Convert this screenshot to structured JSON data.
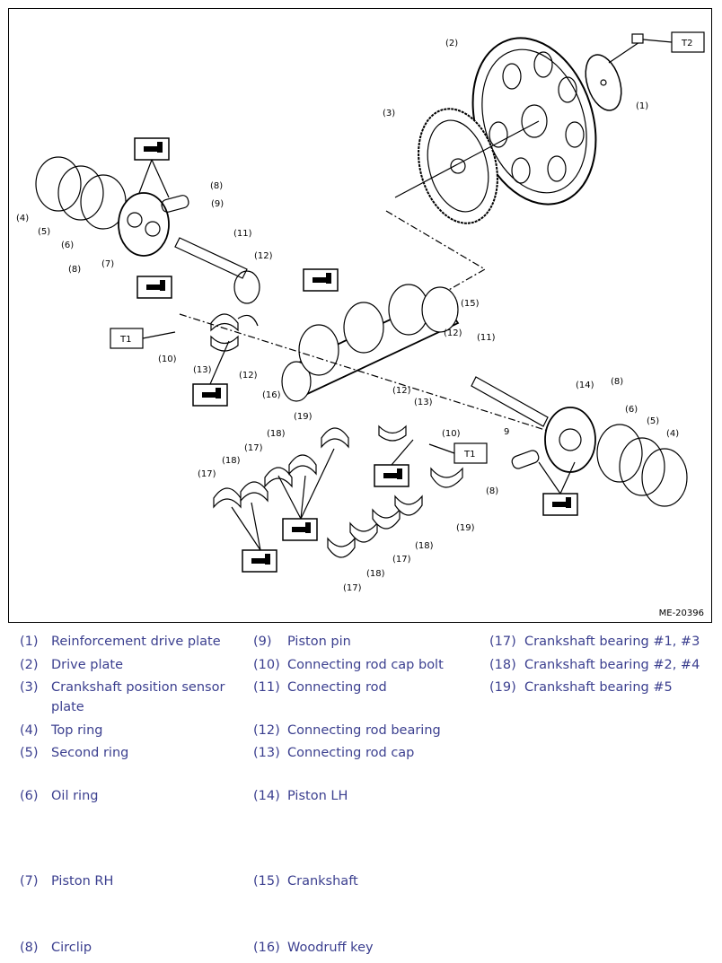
{
  "diagram": {
    "ref_code": "ME-20396",
    "torque_labels": {
      "t1": "T1",
      "t2": "T2"
    },
    "callouts": {
      "c1": "(1)",
      "c2": "(2)",
      "c3": "(3)",
      "c4a": "(4)",
      "c5a": "(5)",
      "c6a": "(6)",
      "c7": "(7)",
      "c8a": "(8)",
      "c8b": "(8)",
      "c9a": "(9)",
      "c10a": "(10)",
      "c11a": "(11)",
      "c12a": "(12)",
      "c13a": "(13)",
      "c12b": "(12)",
      "c16": "(16)",
      "c15": "(15)",
      "c12c": "(12)",
      "c11b": "(11)",
      "c12d": "(12)",
      "c13b": "(13)",
      "c10b": "(10)",
      "c14": "(14)",
      "c8c": "(8)",
      "c6b": "(6)",
      "c5b": "(5)",
      "c4b": "(4)",
      "c9b": "9",
      "c8d": "(8)",
      "c19a": "(19)",
      "c18a": "(18)",
      "c17a": "(17)",
      "c18b": "(18)",
      "c17b": "(17)",
      "c19b": "(19)",
      "c18c": "(18)",
      "c17c": "(17)",
      "c18d": "(18)",
      "c17d": "(17)"
    }
  },
  "legend": {
    "col1": [
      {
        "num": "(1)",
        "text": "Reinforcement drive plate"
      },
      {
        "num": "(2)",
        "text": "Drive plate"
      },
      {
        "num": "(3)",
        "text": "Crankshaft position sensor plate"
      },
      {
        "num": "(4)",
        "text": "Top ring"
      },
      {
        "num": "(5)",
        "text": "Second ring"
      },
      {
        "num": "(6)",
        "text": "Oil ring"
      },
      {
        "num": "(7)",
        "text": "Piston RH"
      },
      {
        "num": "(8)",
        "text": "Circlip"
      }
    ],
    "col2": [
      {
        "num": "(9)",
        "text": "Piston pin"
      },
      {
        "num": "(10)",
        "text": "Connecting rod cap bolt"
      },
      {
        "num": "(11)",
        "text": "Connecting rod"
      },
      {
        "num": "(12)",
        "text": "Connecting rod bearing"
      },
      {
        "num": "(13)",
        "text": "Connecting rod cap"
      },
      {
        "num": "(14)",
        "text": "Piston LH"
      },
      {
        "num": "(15)",
        "text": "Crankshaft"
      },
      {
        "num": "(16)",
        "text": "Woodruff key"
      }
    ],
    "col3": [
      {
        "num": "(17)",
        "text": "Crankshaft bearing #1, #3"
      },
      {
        "num": "(18)",
        "text": "Crankshaft bearing #2, #4"
      },
      {
        "num": "(19)",
        "text": "Crankshaft bearing #5"
      }
    ]
  }
}
